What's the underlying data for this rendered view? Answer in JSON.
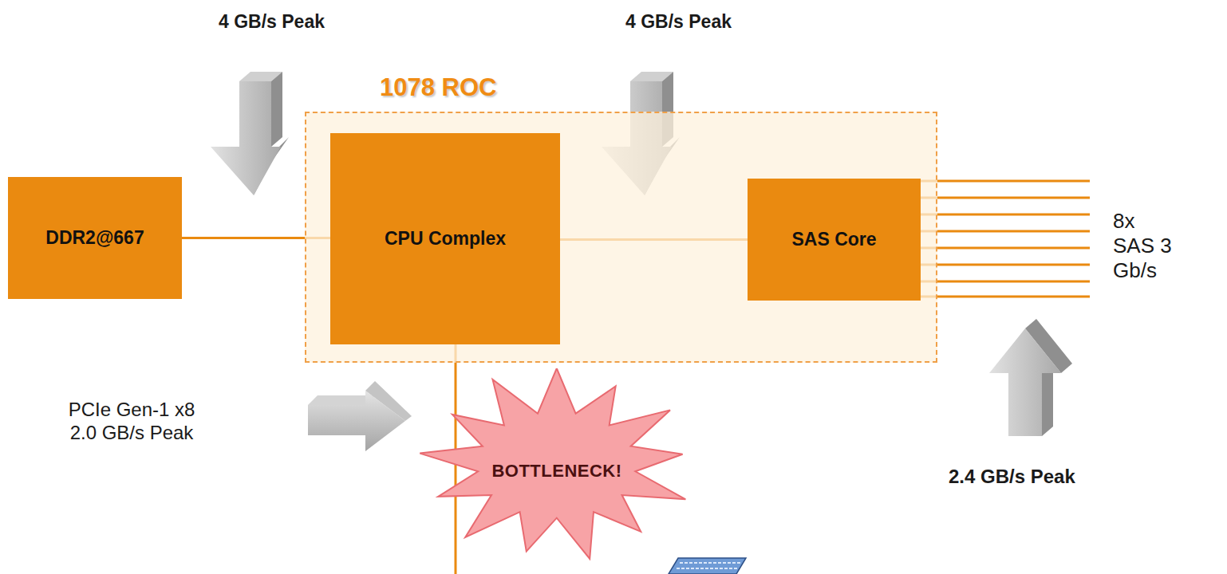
{
  "diagram": {
    "nodes": [
      {
        "text": [
          "DDR2@667"
        ]
      },
      {
        "text": [
          "1078 ROC"
        ]
      },
      {
        "text": [
          "CPU Complex"
        ],
        "in": 1
      },
      {
        "text": [
          "SAS Core"
        ],
        "in": 1
      },
      {
        "text": [
          "BOTTLENECK!"
        ]
      }
    ],
    "edges": [
      {
        "from": 0,
        "to": 2,
        "arrow": "none"
      },
      {
        "from": 2,
        "to": 3,
        "arrow": "none"
      }
    ],
    "labels": [
      "4 GB/s Peak",
      "4 GB/s Peak",
      "PCIe Gen-1 x8 2.0 GB/s Peak",
      "8x SAS 3 Gb/s",
      "2.4 GB/s Peak"
    ]
  }
}
